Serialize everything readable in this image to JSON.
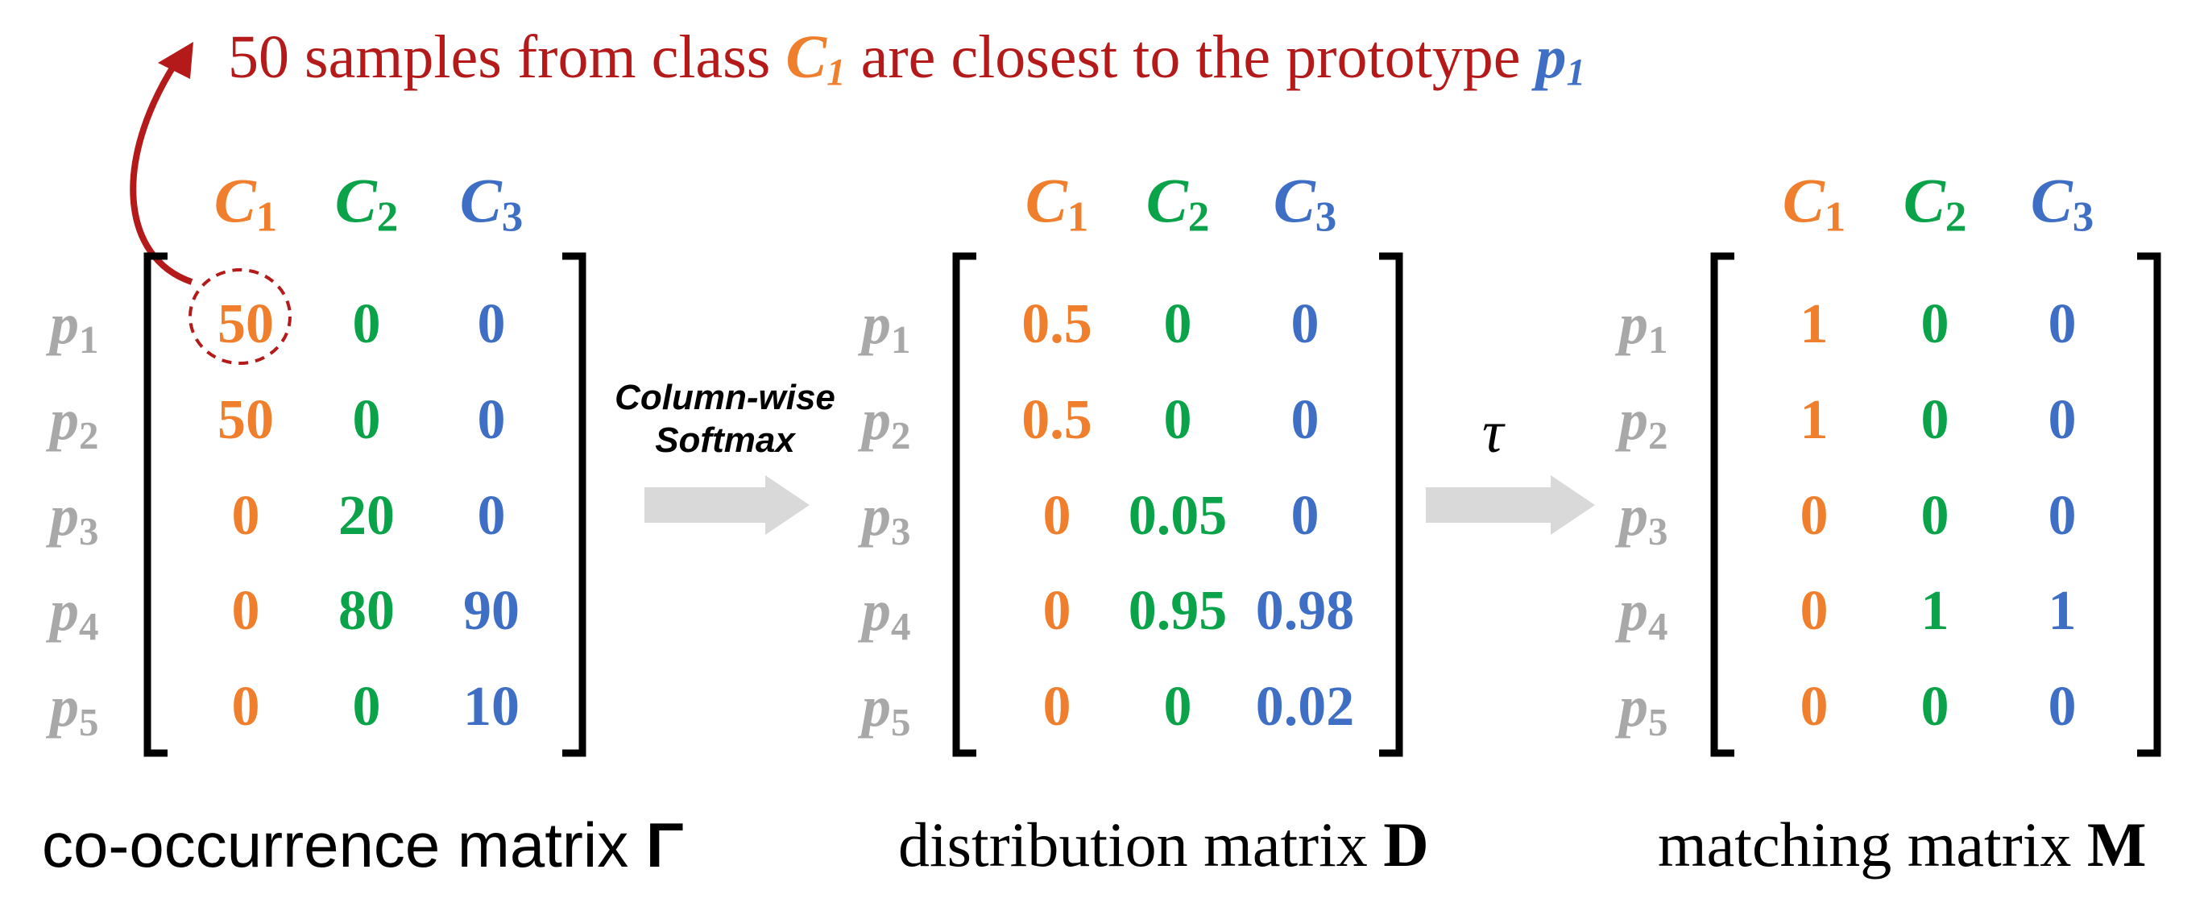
{
  "annotation": {
    "text_before": "50 samples from class ",
    "class_base": "C",
    "class_sub": "1",
    "text_middle": " are closest to the prototype ",
    "proto_base": "p",
    "proto_sub": "1"
  },
  "columns": [
    {
      "base": "C",
      "sub": "1"
    },
    {
      "base": "C",
      "sub": "2"
    },
    {
      "base": "C",
      "sub": "3"
    }
  ],
  "rows": [
    {
      "base": "p",
      "sub": "1"
    },
    {
      "base": "p",
      "sub": "2"
    },
    {
      "base": "p",
      "sub": "3"
    },
    {
      "base": "p",
      "sub": "4"
    },
    {
      "base": "p",
      "sub": "5"
    }
  ],
  "matrices": {
    "gamma": {
      "caption_text": "co-occurrence matrix ",
      "caption_symbol": "Γ",
      "values": [
        [
          "50",
          "0",
          "0"
        ],
        [
          "50",
          "0",
          "0"
        ],
        [
          "0",
          "20",
          "0"
        ],
        [
          "0",
          "80",
          "90"
        ],
        [
          "0",
          "0",
          "10"
        ]
      ]
    },
    "distribution": {
      "caption_text": "distribution matrix ",
      "caption_symbol": "D",
      "values": [
        [
          "0.5",
          "0",
          "0"
        ],
        [
          "0.5",
          "0",
          "0"
        ],
        [
          "0",
          "0.05",
          "0"
        ],
        [
          "0",
          "0.95",
          "0.98"
        ],
        [
          "0",
          "0",
          "0.02"
        ]
      ]
    },
    "matching": {
      "caption_text": "matching matrix ",
      "caption_symbol": "M",
      "values": [
        [
          "1",
          "0",
          "0"
        ],
        [
          "1",
          "0",
          "0"
        ],
        [
          "0",
          "0",
          "0"
        ],
        [
          "0",
          "1",
          "1"
        ],
        [
          "0",
          "0",
          "0"
        ]
      ]
    }
  },
  "arrows": {
    "softmax_line1": "Column-wise",
    "softmax_line2": "Softmax",
    "threshold": "τ"
  },
  "colors": {
    "C1": "#f07f2d",
    "C2": "#0aa34a",
    "C3": "#3e6fc4",
    "prototype_label": "#a8a8a8",
    "annotation": "#b51a1a"
  }
}
